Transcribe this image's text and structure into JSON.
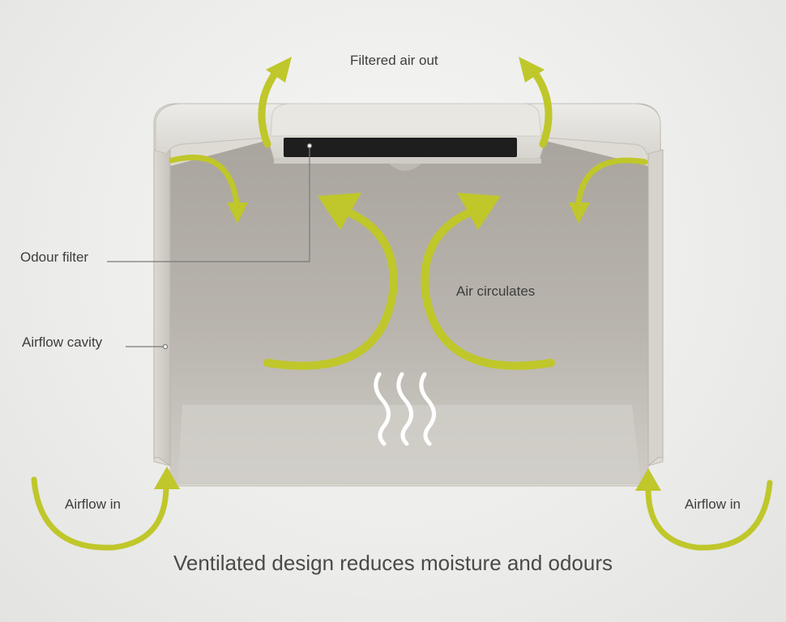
{
  "labels": {
    "filtered_air_out": "Filtered air out",
    "odour_filter": "Odour filter",
    "airflow_cavity": "Airflow cavity",
    "air_circulates": "Air circulates",
    "airflow_in_left": "Airflow in",
    "airflow_in_right": "Airflow in"
  },
  "caption": "Ventilated design reduces moisture and odours",
  "icons": {
    "arrow": "curved-arrow-icon",
    "heat": "heat-waves-icon"
  },
  "colors": {
    "arrow": "#bfc72a",
    "bin_body": "#c9c6c0",
    "bin_interior": "#b5b1aa",
    "filter": "#1e1e1e",
    "leader_line": "#7a7a7a"
  }
}
